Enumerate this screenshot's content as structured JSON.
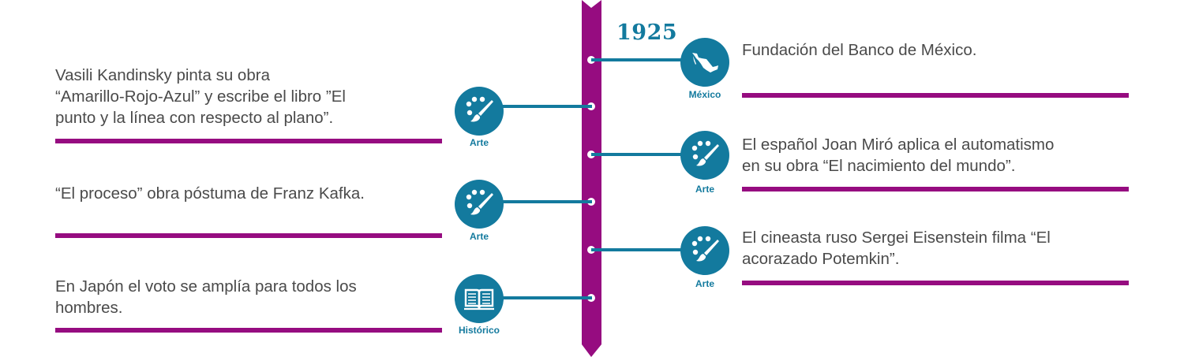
{
  "year": "1925",
  "left_events": [
    {
      "text_line1": "Vasili Kandinsky pinta su obra",
      "text_line2": "“Amarillo-Rojo-Azul” y escribe el libro ”El",
      "text_line3": "punto y la línea con respecto al plano”.",
      "category": "Arte",
      "icon": "palette-brush-icon"
    },
    {
      "text_line1": "“El proceso” obra póstuma de Franz Kafka.",
      "category": "Arte",
      "icon": "palette-brush-icon"
    },
    {
      "text_line1": "En Japón el voto se amplía para todos los",
      "text_line2": "hombres.",
      "category": "Histórico",
      "icon": "open-book-icon"
    }
  ],
  "right_events": [
    {
      "text_line1": "Fundación del Banco de México.",
      "category": "México",
      "icon": "mexico-map-icon"
    },
    {
      "text_line1": "El español Joan Miró aplica el automatismo",
      "text_line2": "en su obra “El nacimiento del mundo”.",
      "category": "Arte",
      "icon": "palette-brush-icon"
    },
    {
      "text_line1": "El cineasta ruso Sergei Eisenstein filma “El",
      "text_line2": "acorazado Potemkin”.",
      "category": "Arte",
      "icon": "palette-brush-icon"
    }
  ],
  "colors": {
    "accent_teal": "#137a9e",
    "accent_magenta": "#960c80",
    "text": "#4a4a4a"
  }
}
